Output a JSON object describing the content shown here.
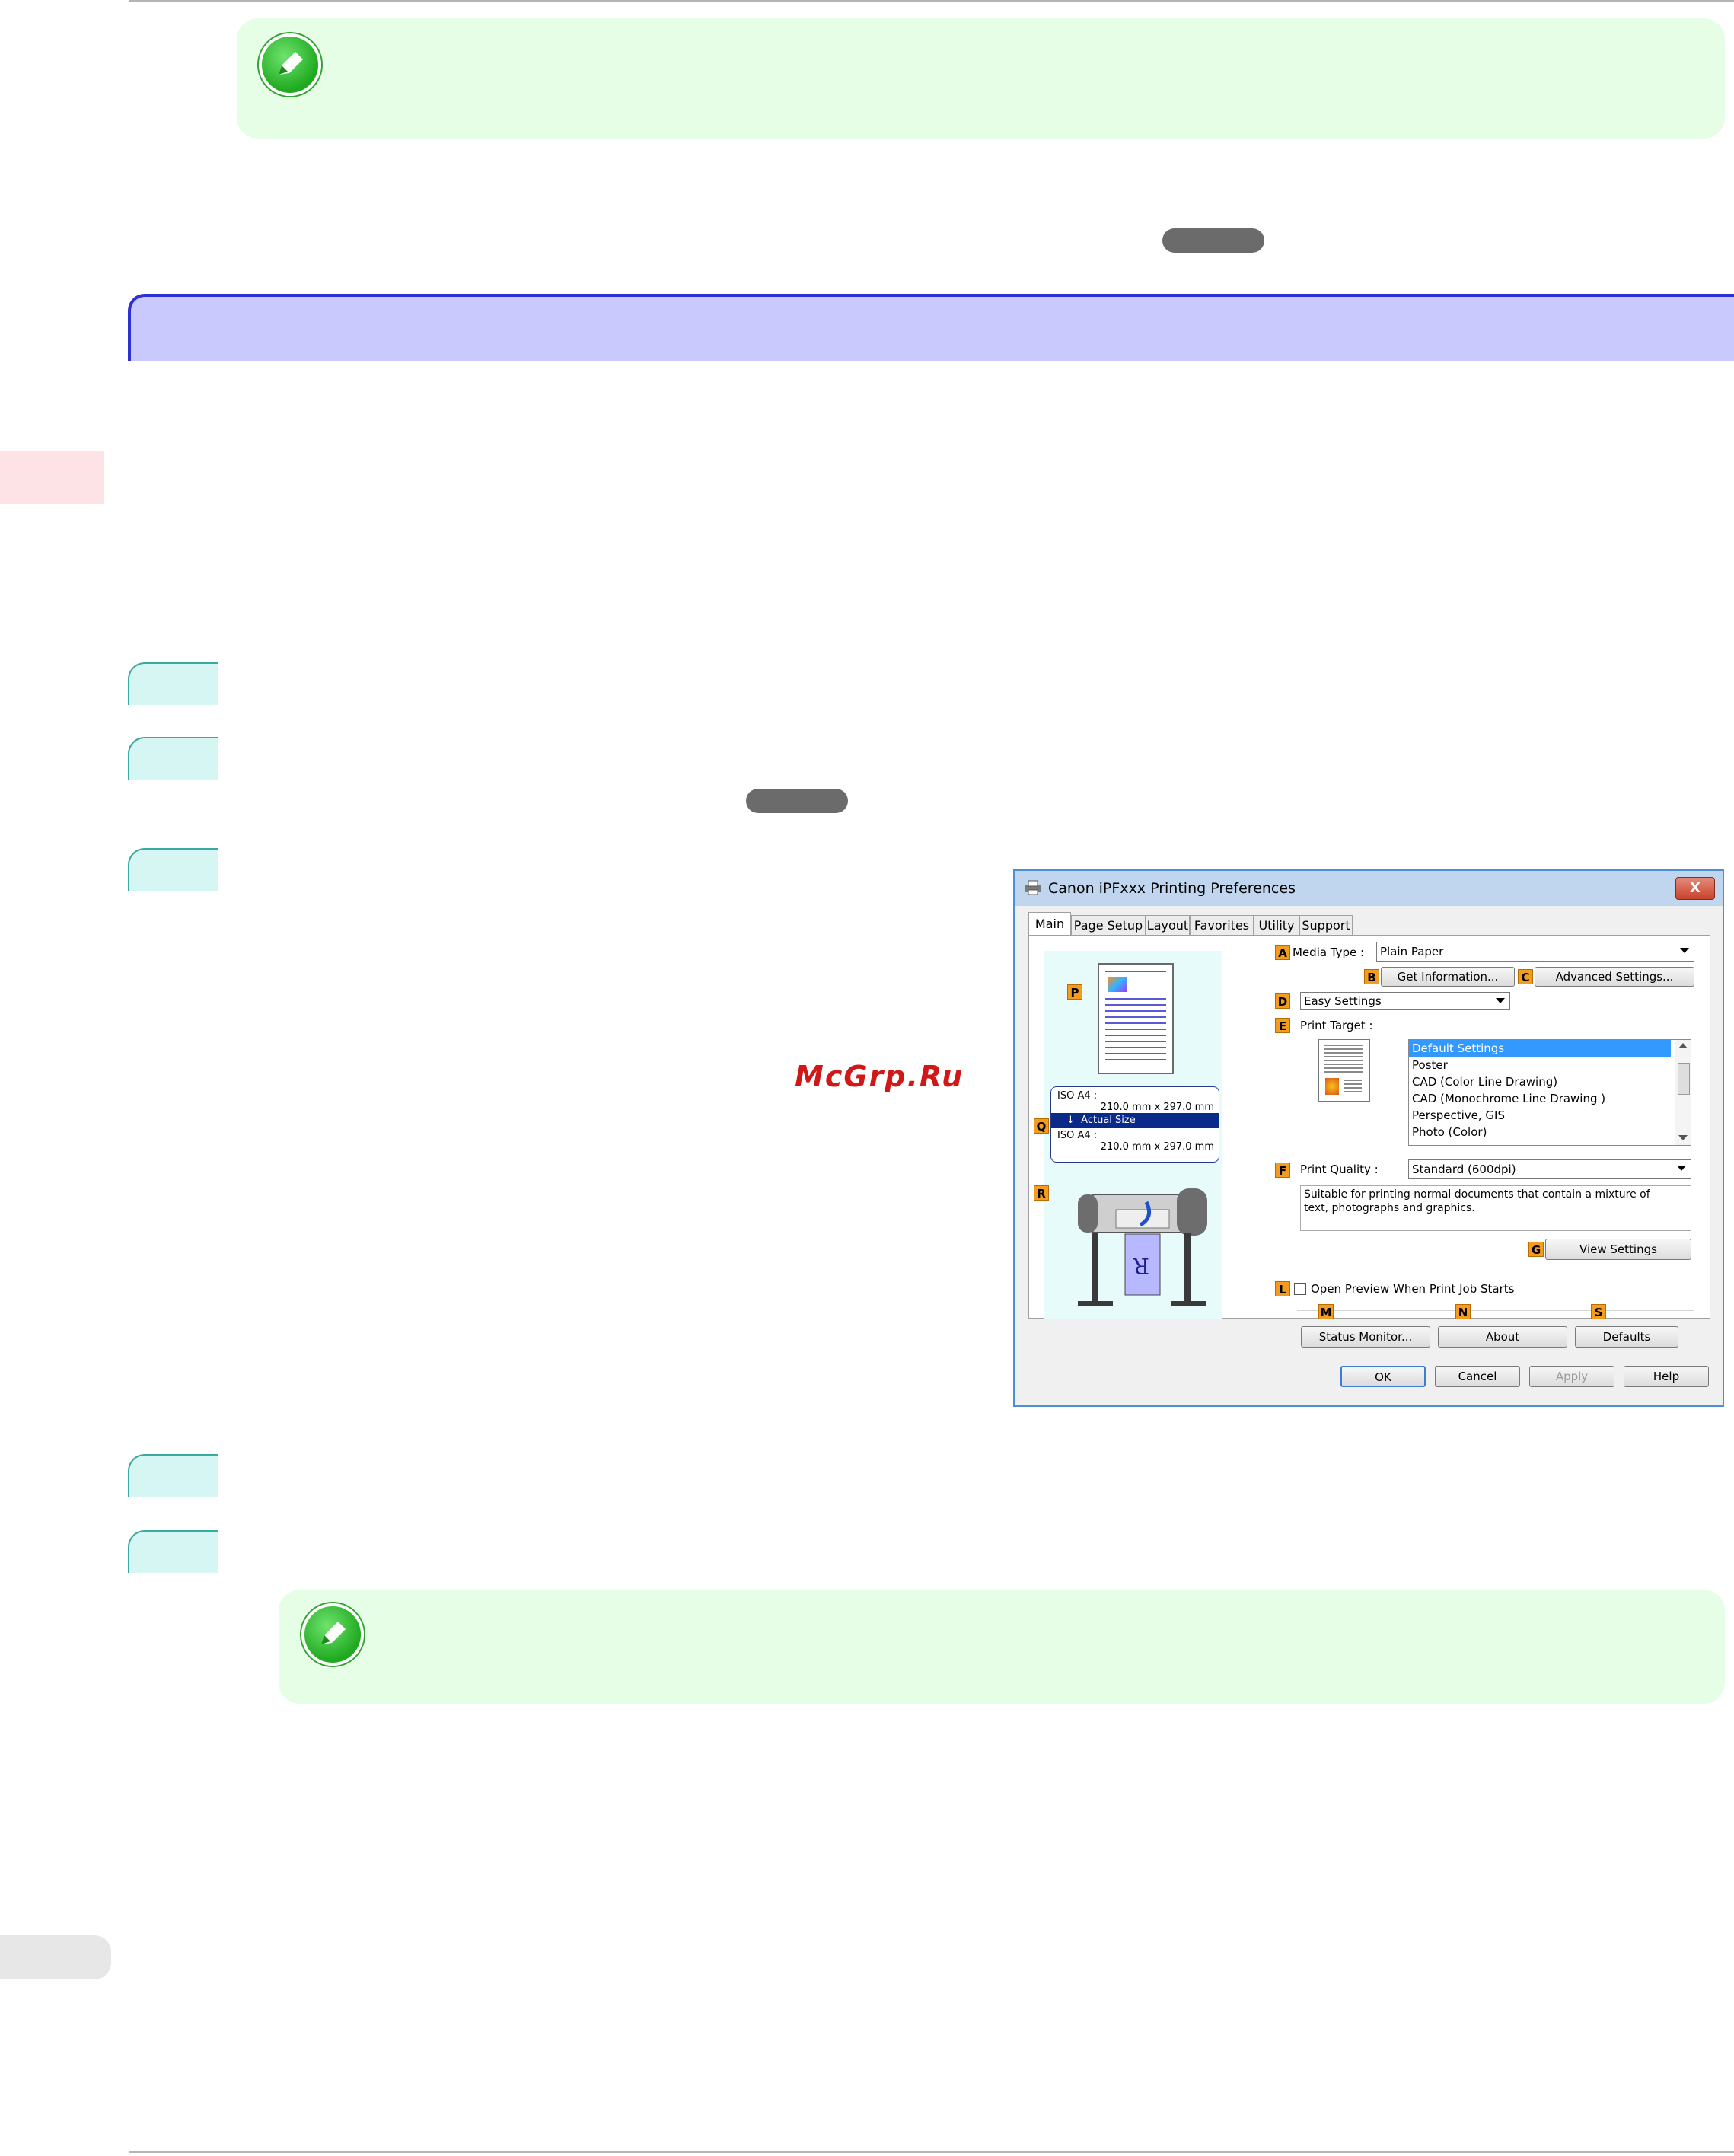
{
  "note_icon": "pencil-note-icon",
  "dialog": {
    "title": "Canon iPFxxx Printing Preferences",
    "close_label": "X",
    "tabs": [
      "Main",
      "Page Setup",
      "Layout",
      "Favorites",
      "Utility",
      "Support"
    ],
    "media_type": {
      "tag": "A",
      "label": "Media Type :",
      "value": "Plain Paper"
    },
    "get_information": {
      "tag": "B",
      "label": "Get Information..."
    },
    "advanced_settings": {
      "tag": "C",
      "label": "Advanced Settings..."
    },
    "easy_settings": {
      "tag": "D",
      "value": "Easy Settings"
    },
    "print_target": {
      "tag": "E",
      "label": "Print Target :",
      "items": [
        "Default Settings",
        "Poster",
        "CAD (Color Line Drawing)",
        "CAD (Monochrome Line Drawing )",
        "Perspective, GIS",
        "Photo (Color)"
      ],
      "selected_index": 0
    },
    "print_quality": {
      "tag": "F",
      "label": "Print Quality :",
      "value": "Standard (600dpi)"
    },
    "description": "Suitable for printing normal documents that contain a mixture of text, photographs and graphics.",
    "view_settings": {
      "tag": "G",
      "label": "View Settings"
    },
    "open_preview": {
      "tag": "L",
      "label": "Open Preview When Print Job Starts",
      "checked": false
    },
    "status_monitor": {
      "tag": "M",
      "label": "Status Monitor..."
    },
    "about": {
      "tag": "N",
      "label": "About"
    },
    "defaults": {
      "tag": "S",
      "label": "Defaults"
    },
    "preview": {
      "tag_p": "P",
      "tag_q": "Q",
      "tag_r": "R",
      "size_row1_label": "ISO A4 :",
      "size_row1_value": "210.0 mm x 297.0 mm",
      "size_mode": "Actual Size",
      "size_row2_label": "ISO A4 :",
      "size_row2_value": "210.0 mm x 297.0 mm"
    },
    "buttons": {
      "ok": "OK",
      "cancel": "Cancel",
      "apply": "Apply",
      "help": "Help"
    }
  },
  "watermark": "McGrp.Ru"
}
